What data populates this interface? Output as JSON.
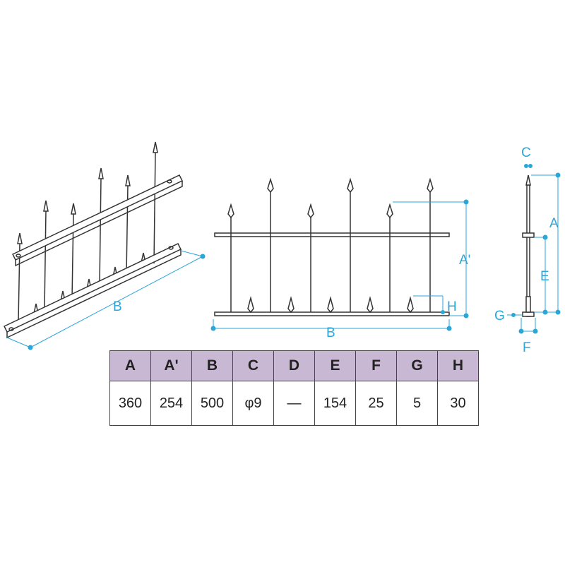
{
  "colors": {
    "dimension": "#2aa6d9",
    "line": "#333333",
    "header_bg": "#c9b8d3"
  },
  "labels": {
    "perspective_B": "B",
    "front_Aprime": "A'",
    "front_H": "H",
    "front_B": "B",
    "side_C": "C",
    "side_A": "A",
    "side_E": "E",
    "side_G": "G",
    "side_F": "F"
  },
  "table": {
    "headers": [
      "A",
      "A'",
      "B",
      "C",
      "D",
      "E",
      "F",
      "G",
      "H"
    ],
    "values": [
      "360",
      "254",
      "500",
      "φ9",
      "—",
      "154",
      "25",
      "5",
      "30"
    ]
  }
}
